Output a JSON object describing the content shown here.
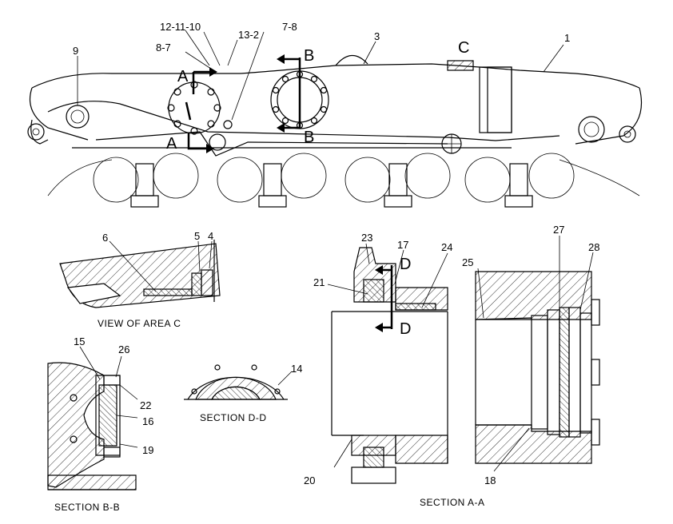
{
  "section_markers": {
    "A": "A",
    "B": "B",
    "C": "C",
    "D": "D"
  },
  "callouts": {
    "top": [
      "12-11-10",
      "13-2",
      "7-8",
      "3",
      "1",
      "9",
      "8-7"
    ],
    "area_c": [
      "6",
      "5",
      "4"
    ],
    "section_bb": [
      "15",
      "26",
      "22",
      "16",
      "19"
    ],
    "section_dd": [
      "14"
    ],
    "section_aa": [
      "23",
      "17",
      "24",
      "21",
      "25",
      "27",
      "28",
      "20",
      "18"
    ]
  },
  "captions": {
    "area_c": "VIEW OF AREA C",
    "section_bb": "SECTION B-B",
    "section_dd": "SECTION D-D",
    "section_aa": "SECTION A-A"
  }
}
